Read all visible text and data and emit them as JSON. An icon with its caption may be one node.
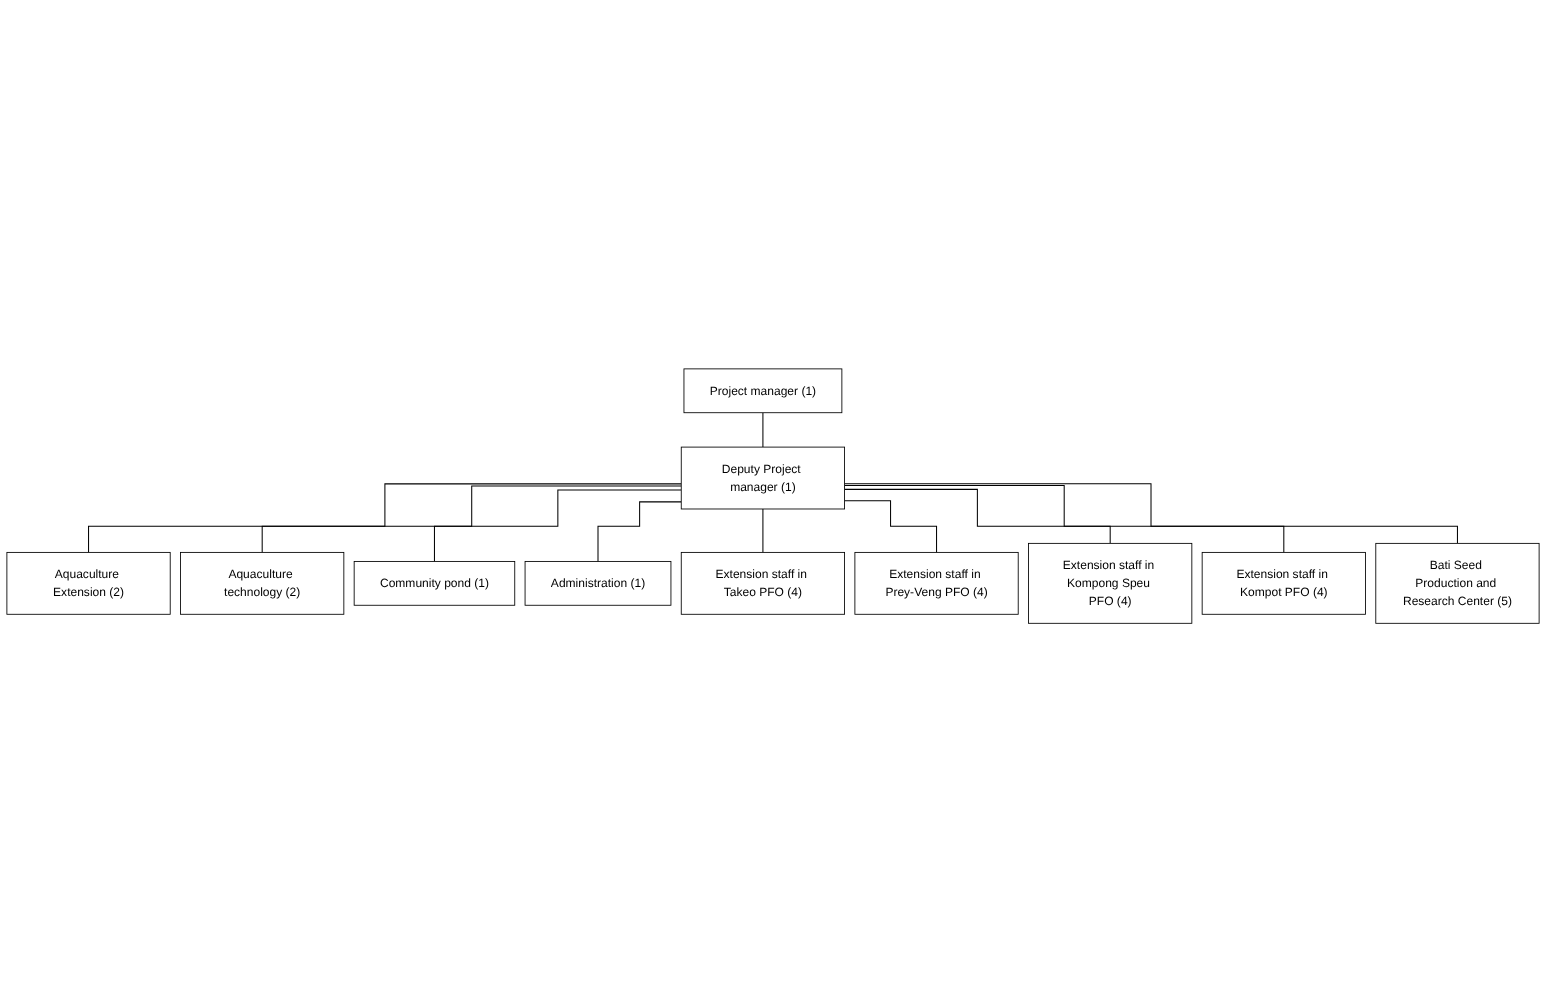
{
  "diagram": {
    "nodes": [
      {
        "text": [
          "Project manager (1)"
        ]
      },
      {
        "text": [
          "Deputy Project manager (1)"
        ]
      },
      {
        "text": [
          "Aquaculture Extension (2)"
        ]
      },
      {
        "text": [
          "Aquaculture technology (2)"
        ]
      },
      {
        "text": [
          "Community pond (1)"
        ]
      },
      {
        "text": [
          "Administration (1)"
        ]
      },
      {
        "text": [
          "Extension staff in Takeo PFO (4)"
        ]
      },
      {
        "text": [
          "Extension staff in Prey-Veng PFO (4)"
        ]
      },
      {
        "text": [
          "Extension staff in Kompong Speu PFO (4)"
        ]
      },
      {
        "text": [
          "Extension staff in Kompot PFO (4)"
        ]
      },
      {
        "text": [
          "Bati Seed Production and Research Center (5)"
        ]
      }
    ],
    "edges": [
      {
        "from": 0,
        "to": 1,
        "arrow": "none"
      },
      {
        "from": 1,
        "to": 2,
        "arrow": "none"
      },
      {
        "from": 1,
        "to": 3,
        "arrow": "none"
      },
      {
        "from": 1,
        "to": 4,
        "arrow": "none"
      },
      {
        "from": 1,
        "to": 5,
        "arrow": "none"
      },
      {
        "from": 1,
        "to": 6,
        "arrow": "none"
      },
      {
        "from": 1,
        "to": 7,
        "arrow": "none"
      },
      {
        "from": 1,
        "to": 8,
        "arrow": "none"
      },
      {
        "from": 1,
        "to": 9,
        "arrow": "none"
      },
      {
        "from": 1,
        "to": 10,
        "arrow": "none"
      }
    ]
  }
}
